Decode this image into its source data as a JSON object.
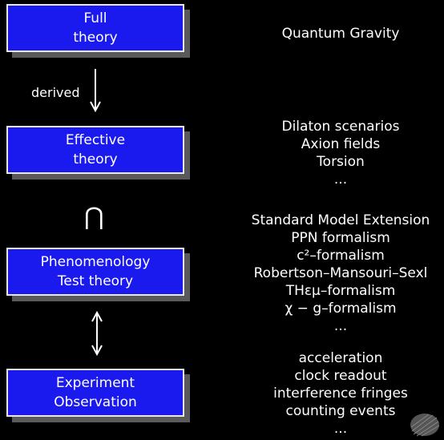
{
  "boxes": [
    {
      "line1": "Full",
      "line2": "theory"
    },
    {
      "line1": "Effective",
      "line2": "theory"
    },
    {
      "line1": "Phenomenology",
      "line2": "Test theory"
    },
    {
      "line1": "Experiment",
      "line2": "Observation"
    }
  ],
  "arrow_label": "derived",
  "intersection_symbol": "⋂",
  "descriptions": {
    "full": [
      "Quantum Gravity"
    ],
    "effective": [
      "Dilaton scenarios",
      "Axion fields",
      "Torsion",
      "..."
    ],
    "test_theory": [
      "Standard Model Extension",
      "PPN formalism",
      "c²–formalism",
      "Robertson–Mansouri–Sexl",
      "THεμ–formalism",
      "χ − g–formalism",
      "..."
    ],
    "observation": [
      "acceleration",
      "clock readout",
      "interference fringes",
      "counting events",
      "..."
    ]
  }
}
